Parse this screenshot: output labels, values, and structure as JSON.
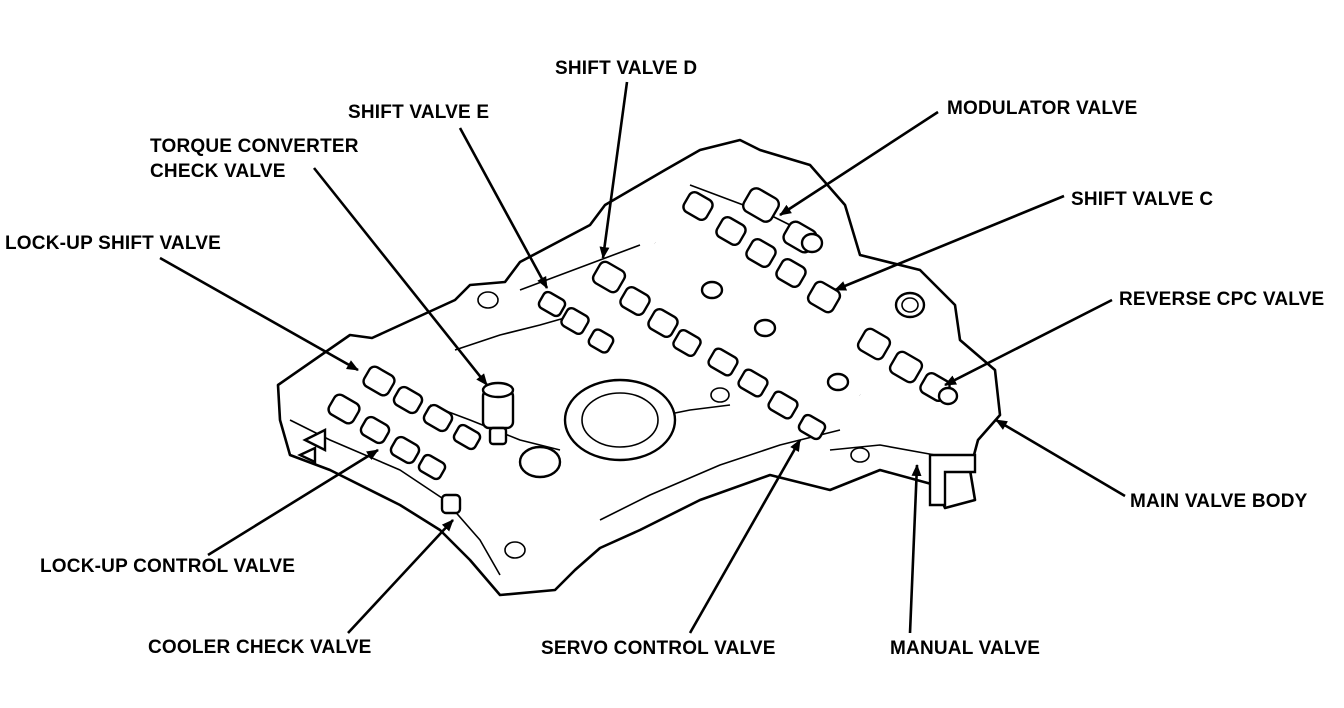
{
  "labels": {
    "shift_valve_d": "SHIFT VALVE D",
    "shift_valve_e": "SHIFT VALVE E",
    "modulator_valve": "MODULATOR VALVE",
    "torque_converter_check_valve": [
      "TORQUE CONVERTER",
      "CHECK VALVE"
    ],
    "shift_valve_c": "SHIFT VALVE C",
    "lock_up_shift_valve": "LOCK-UP SHIFT VALVE",
    "reverse_cpc_valve": "REVERSE CPC VALVE",
    "main_valve_body": "MAIN VALVE BODY",
    "lock_up_control_valve": "LOCK-UP CONTROL VALVE",
    "cooler_check_valve": "COOLER CHECK VALVE",
    "servo_control_valve": "SERVO CONTROL VALVE",
    "manual_valve": "MANUAL VALVE"
  }
}
